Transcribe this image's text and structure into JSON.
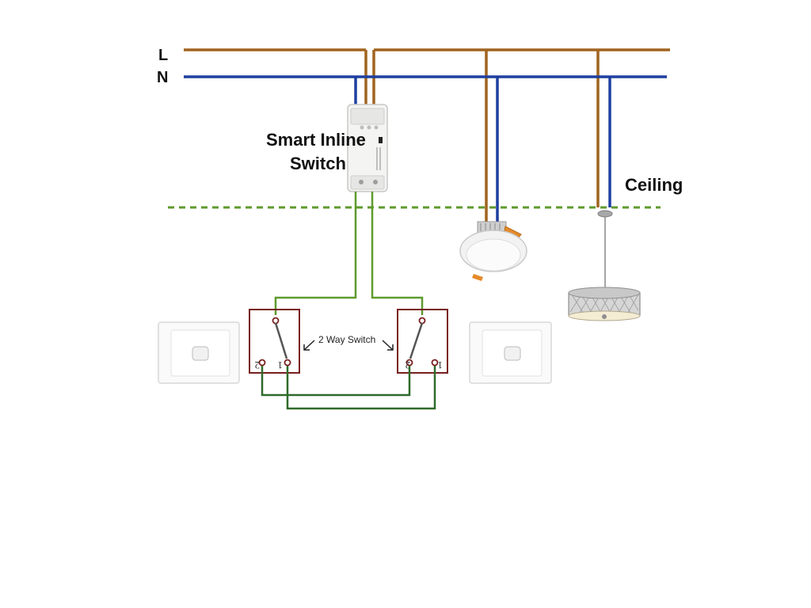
{
  "labels": {
    "live": "L",
    "neutral": "N",
    "smart_switch_line1": "Smart Inline",
    "smart_switch_line2": "Switch",
    "ceiling": "Ceiling",
    "two_way_switch": "2 Way Switch",
    "terminal_1": "1",
    "terminal_2": "2"
  },
  "colors": {
    "live_wire": "#a0641e",
    "neutral_wire": "#1f3fa0",
    "switch_wire_light": "#5f9a2e",
    "switch_wire_dark": "#2f6a2a",
    "switch_box": "#7a1e1e",
    "ceiling_line": "#5f9a2e"
  },
  "icons": {
    "smart_switch": "smart-inline-switch-module-icon",
    "downlight": "led-downlight-icon",
    "pendant": "pendant-drum-light-icon",
    "wall_plate": "wall-switch-plate-icon"
  }
}
